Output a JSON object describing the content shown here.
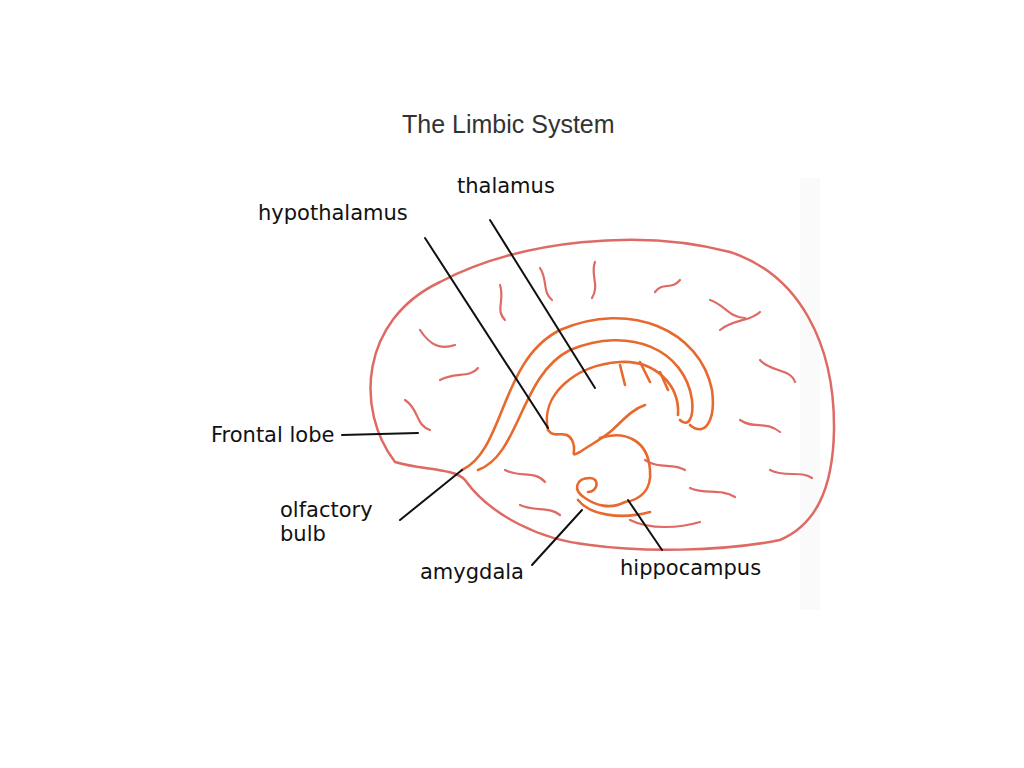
{
  "diagram": {
    "title": "The Limbic System",
    "labels": [
      "thalamus",
      "hypothalamus",
      "Frontal lobe",
      "olfactory bulb",
      "amygdala",
      "hippocampus"
    ]
  }
}
